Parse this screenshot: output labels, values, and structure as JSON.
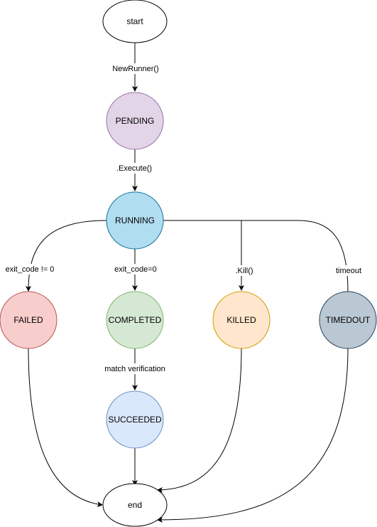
{
  "nodes": {
    "start": {
      "label": "start",
      "fill": "#ffffff",
      "stroke": "#000000"
    },
    "pending": {
      "label": "PENDING",
      "fill": "#e1d5e7",
      "stroke": "#9673a6"
    },
    "running": {
      "label": "RUNNING",
      "fill": "#b1ddf0",
      "stroke": "#10739e"
    },
    "failed": {
      "label": "FAILED",
      "fill": "#f8cecc",
      "stroke": "#b85450"
    },
    "completed": {
      "label": "COMPLETED",
      "fill": "#d5e8d4",
      "stroke": "#82b366"
    },
    "killed": {
      "label": "KILLED",
      "fill": "#ffe6cc",
      "stroke": "#d79b00"
    },
    "timedout": {
      "label": "TIMEDOUT",
      "fill": "#bac8d3",
      "stroke": "#23445d"
    },
    "succeeded": {
      "label": "SUCCEEDED",
      "fill": "#dae8fc",
      "stroke": "#6c8ebf"
    },
    "end": {
      "label": "end",
      "fill": "#ffffff",
      "stroke": "#000000"
    }
  },
  "edges": {
    "start_pending": "NewRunner()",
    "pending_running": ".Execute()",
    "running_failed": "exit_code != 0",
    "running_completed": "exit_code=0",
    "running_killed": ".Kill()",
    "running_timedout": "timeout",
    "completed_succeeded": "match verification"
  }
}
